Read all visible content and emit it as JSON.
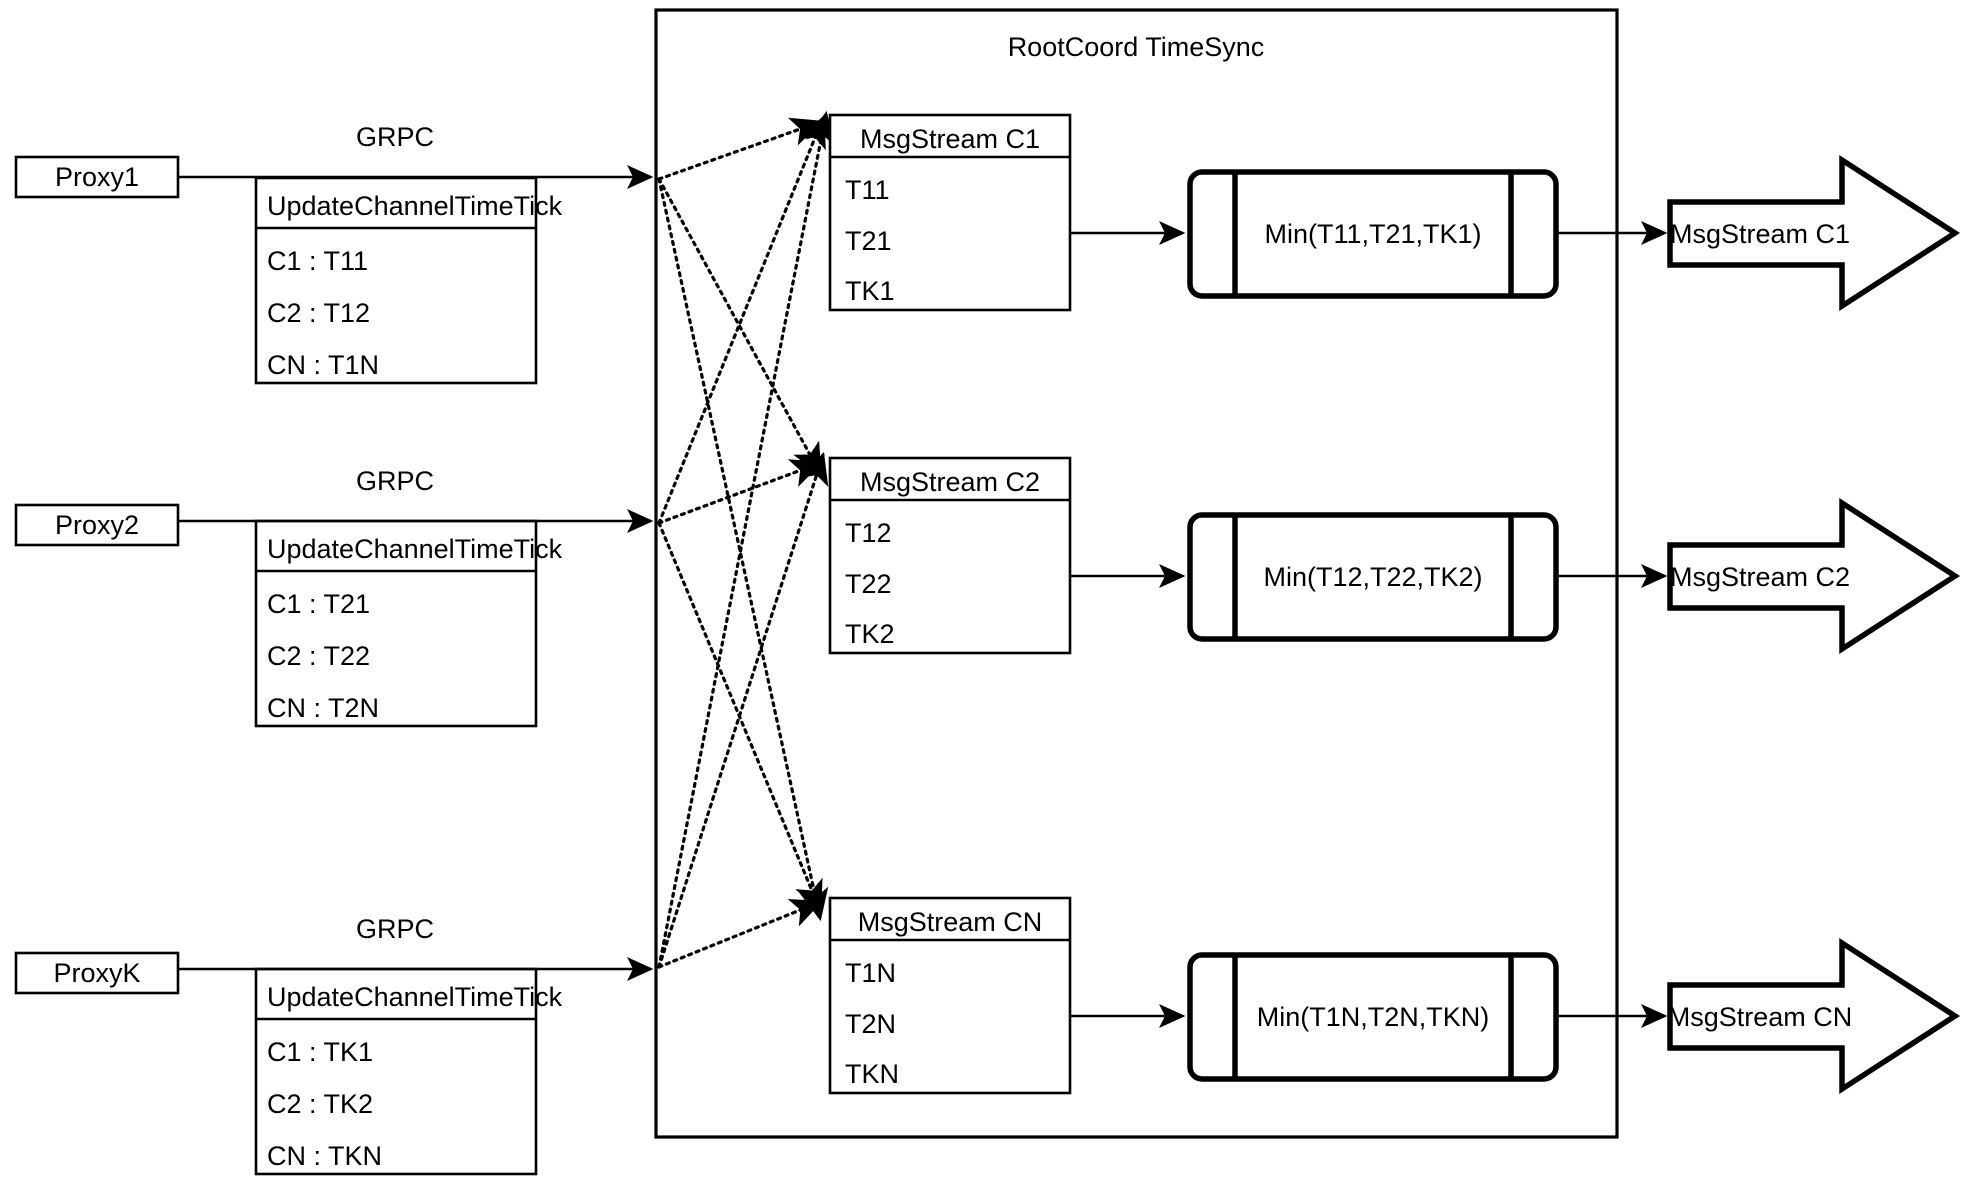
{
  "diagram": {
    "title": "RootCoord TimeSync",
    "container_label": "RootCoord TimeSync",
    "protocol_label": "GRPC",
    "request_header": "UpdateChannelTimeTick",
    "proxies": [
      {
        "name": "Proxy1",
        "protocol": "GRPC",
        "request_header": "UpdateChannelTimeTick",
        "rows": [
          "C1 :  T11",
          "C2 :  T12",
          "CN : T1N"
        ]
      },
      {
        "name": "Proxy2",
        "protocol": "GRPC",
        "request_header": "UpdateChannelTimeTick",
        "rows": [
          "C1 :  T21",
          "C2 :  T22",
          "CN : T2N"
        ]
      },
      {
        "name": "ProxyK",
        "protocol": "GRPC",
        "request_header": "UpdateChannelTimeTick",
        "rows": [
          "C1 :  TK1",
          "C2 :  TK2",
          "CN : TKN"
        ]
      }
    ],
    "channels": [
      {
        "stream_header": "MsgStream C1",
        "stream_rows": [
          "T11",
          "T21",
          "TK1"
        ],
        "min_label": "Min(T11,T21,TK1)",
        "output_label": "MsgStream C1"
      },
      {
        "stream_header": "MsgStream C2",
        "stream_rows": [
          "T12",
          "T22",
          "TK2"
        ],
        "min_label": "Min(T12,T22,TK2)",
        "output_label": "MsgStream C2"
      },
      {
        "stream_header": "MsgStream CN",
        "stream_rows": [
          "T1N",
          "T2N",
          "TKN"
        ],
        "min_label": "Min(T1N,T2N,TKN)",
        "output_label": "MsgStream CN"
      }
    ],
    "colors": {
      "stroke": "#000000",
      "background": "#ffffff",
      "text": "#000000"
    }
  }
}
